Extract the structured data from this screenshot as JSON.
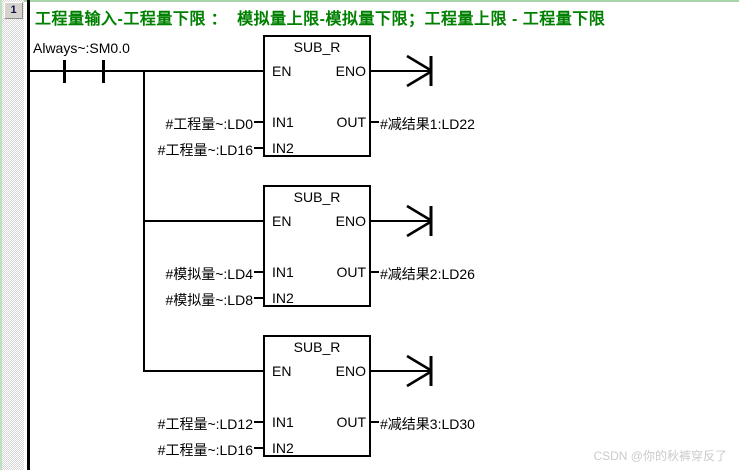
{
  "network": {
    "number": "1",
    "title": "工程量输入-工程量下限 ：  模拟量上限-模拟量下限；工程量上限 - 工程量下限"
  },
  "contact": {
    "label": "Always~:SM0.0"
  },
  "rungs": [
    {
      "block": "SUB_R",
      "en": "EN",
      "eno": "ENO",
      "in1": "IN1",
      "in2": "IN2",
      "out": "OUT",
      "in1_operand": "#工程量~:LD0",
      "in2_operand": "#工程量~:LD16",
      "out_operand": "#减结果1:LD22"
    },
    {
      "block": "SUB_R",
      "en": "EN",
      "eno": "ENO",
      "in1": "IN1",
      "in2": "IN2",
      "out": "OUT",
      "in1_operand": "#模拟量~:LD4",
      "in2_operand": "#模拟量~:LD8",
      "out_operand": "#减结果2:LD26"
    },
    {
      "block": "SUB_R",
      "en": "EN",
      "eno": "ENO",
      "in1": "IN1",
      "in2": "IN2",
      "out": "OUT",
      "in1_operand": "#工程量~:LD12",
      "in2_operand": "#工程量~:LD16",
      "out_operand": "#减结果3:LD30"
    }
  ],
  "watermark": "CSDN @你的秋裤穿反了",
  "colors": {
    "title_green": "#008000",
    "wire_black": "#000000",
    "watermark_gray": "#cbcbcb"
  }
}
